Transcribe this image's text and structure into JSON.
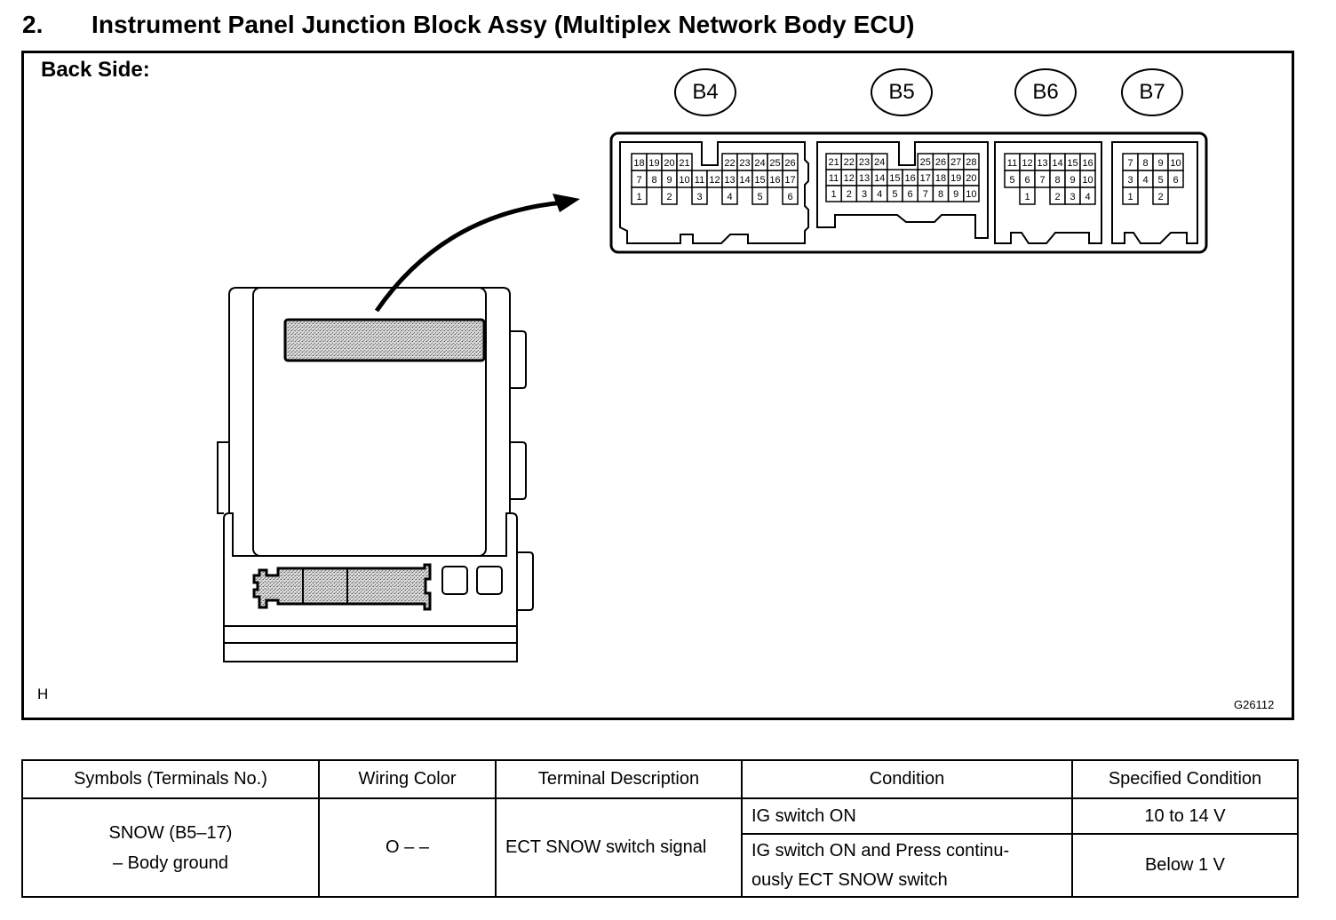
{
  "document": {
    "section_number": "2.",
    "title": "Instrument Panel Junction Block Assy (Multiplex Network Body ECU)"
  },
  "diagram": {
    "view_label": "Back Side:",
    "corner_mark": "H",
    "figure_id": "G26112",
    "connectors": [
      {
        "id": "B4",
        "rows": [
          [
            "18",
            "19",
            "20",
            "21",
            "",
            "",
            "22",
            "23",
            "24",
            "25",
            "26"
          ],
          [
            "7",
            "8",
            "9",
            "10",
            "11",
            "12",
            "13",
            "14",
            "15",
            "16",
            "17"
          ],
          [
            "1",
            "",
            "2",
            "",
            "3",
            "",
            "4",
            "",
            "5",
            "",
            "6"
          ]
        ]
      },
      {
        "id": "B5",
        "rows": [
          [
            "21",
            "22",
            "23",
            "24",
            "",
            "",
            "25",
            "26",
            "27",
            "28"
          ],
          [
            "11",
            "12",
            "13",
            "14",
            "15",
            "16",
            "17",
            "18",
            "19",
            "20"
          ],
          [
            "1",
            "2",
            "3",
            "4",
            "5",
            "6",
            "7",
            "8",
            "9",
            "10"
          ]
        ]
      },
      {
        "id": "B6",
        "rows": [
          [
            "11",
            "12",
            "13",
            "14",
            "15",
            "16"
          ],
          [
            "5",
            "6",
            "7",
            "8",
            "9",
            "10"
          ],
          [
            "",
            "1",
            "",
            "2",
            "3",
            "4"
          ]
        ]
      },
      {
        "id": "B7",
        "rows": [
          [
            "7",
            "8",
            "9",
            "10"
          ],
          [
            "3",
            "4",
            "5",
            "6"
          ],
          [
            "1",
            "",
            "2",
            ""
          ]
        ]
      }
    ]
  },
  "table": {
    "headers": [
      "Symbols (Terminals No.)",
      "Wiring Color",
      "Terminal Description",
      "Condition",
      "Specified Condition"
    ],
    "rows": [
      {
        "symbol_line1": "SNOW (B5–17)",
        "symbol_line2": "– Body ground",
        "wiring_color": "O – –",
        "description": "ECT SNOW switch signal",
        "conditions": [
          {
            "condition": "IG switch ON",
            "specified": "10 to 14 V"
          },
          {
            "condition_line1": "IG switch ON and Press continu-",
            "condition_line2": "ously ECT SNOW switch",
            "specified": "Below 1 V"
          }
        ]
      }
    ]
  }
}
